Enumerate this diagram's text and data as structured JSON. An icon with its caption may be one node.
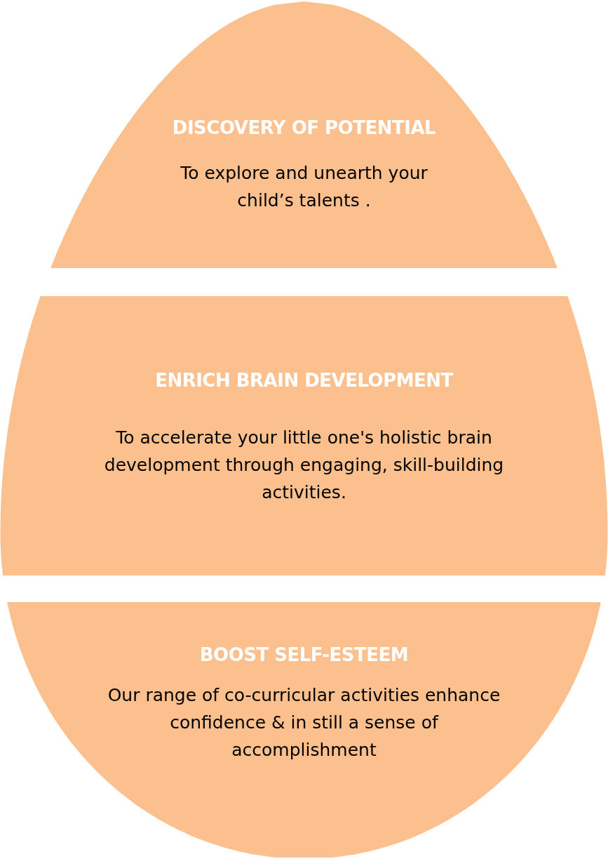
{
  "diagram": {
    "nodes": [
      {
        "text": [
          "DISCOVERY OF POTENTIAL",
          "To explore and unearth your child’s talents ."
        ]
      },
      {
        "text": [
          "ENRICH BRAIN DEVELOPMENT",
          "To accelerate your little one's holistic brain development through engaging, skill-building activities."
        ]
      },
      {
        "text": [
          "BOOST SELF-ESTEEM",
          "Our range of co-curricular activities enhance confidence & in still a sense of accomplishment"
        ]
      }
    ]
  }
}
